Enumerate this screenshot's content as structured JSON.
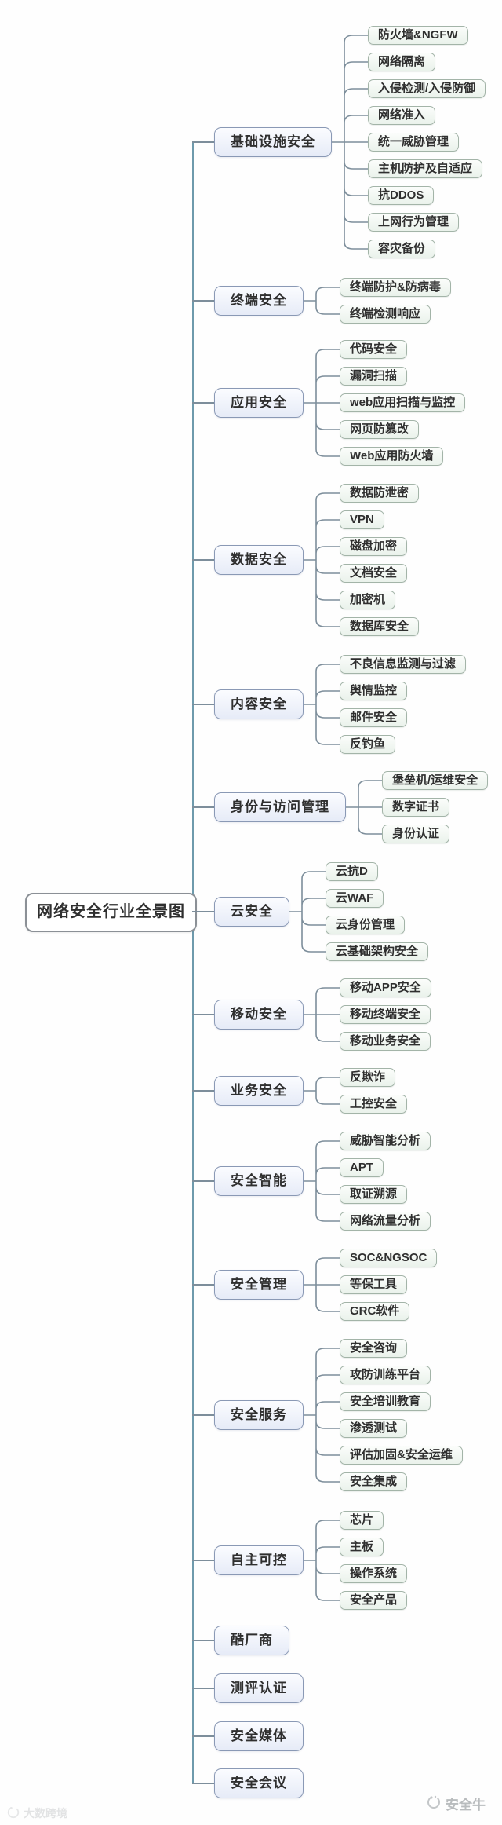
{
  "title": "网络安全行业全景图",
  "root": {
    "label": "网络安全行业全景图"
  },
  "branches": [
    {
      "label": "基础设施安全",
      "children": [
        "防火墙&NGFW",
        "网络隔离",
        "入侵检测/入侵防御",
        "网络准入",
        "统一威胁管理",
        "主机防护及自适应",
        "抗DDOS",
        "上网行为管理",
        "容灾备份"
      ]
    },
    {
      "label": "终端安全",
      "children": [
        "终端防护&防病毒",
        "终端检测响应"
      ]
    },
    {
      "label": "应用安全",
      "children": [
        "代码安全",
        "漏洞扫描",
        "web应用扫描与监控",
        "网页防篡改",
        "Web应用防火墙"
      ]
    },
    {
      "label": "数据安全",
      "children": [
        "数据防泄密",
        "VPN",
        "磁盘加密",
        "文档安全",
        "加密机",
        "数据库安全"
      ]
    },
    {
      "label": "内容安全",
      "children": [
        "不良信息监测与过滤",
        "舆情监控",
        "邮件安全",
        "反钓鱼"
      ]
    },
    {
      "label": "身份与访问管理",
      "children": [
        "堡垒机/运维安全",
        "数字证书",
        "身份认证"
      ]
    },
    {
      "label": "云安全",
      "children": [
        "云抗D",
        "云WAF",
        "云身份管理",
        "云基础架构安全"
      ]
    },
    {
      "label": "移动安全",
      "children": [
        "移动APP安全",
        "移动终端安全",
        "移动业务安全"
      ]
    },
    {
      "label": "业务安全",
      "children": [
        "反欺诈",
        "工控安全"
      ]
    },
    {
      "label": "安全智能",
      "children": [
        "威胁智能分析",
        "APT",
        "取证溯源",
        "网络流量分析"
      ]
    },
    {
      "label": "安全管理",
      "children": [
        "SOC&NGSOC",
        "等保工具",
        "GRC软件"
      ]
    },
    {
      "label": "安全服务",
      "children": [
        "安全咨询",
        "攻防训练平台",
        "安全培训教育",
        "渗透测试",
        "评估加固&安全运维",
        "安全集成"
      ]
    },
    {
      "label": "自主可控",
      "children": [
        "芯片",
        "主板",
        "操作系统",
        "安全产品"
      ]
    },
    {
      "label": "酷厂商",
      "children": []
    },
    {
      "label": "测评认证",
      "children": []
    },
    {
      "label": "安全媒体",
      "children": []
    },
    {
      "label": "安全会议",
      "children": []
    }
  ],
  "watermarks": {
    "bottom_right": {
      "icon": "swirl-logo",
      "text": "安全牛"
    },
    "bottom_left": {
      "icon": "swirl-logo",
      "text": "大数跨境"
    }
  },
  "colors": {
    "level1_fill": "#e6ebf7",
    "level1_border": "#8a99b5",
    "child_fill": "#eaf2eb",
    "child_border": "#a3b4a8",
    "root_border": "#8b9096",
    "line": "#7d8e9b",
    "spine": "#6e9aac",
    "text": "#2f2f2f",
    "watermark": "#b9bcbe"
  }
}
